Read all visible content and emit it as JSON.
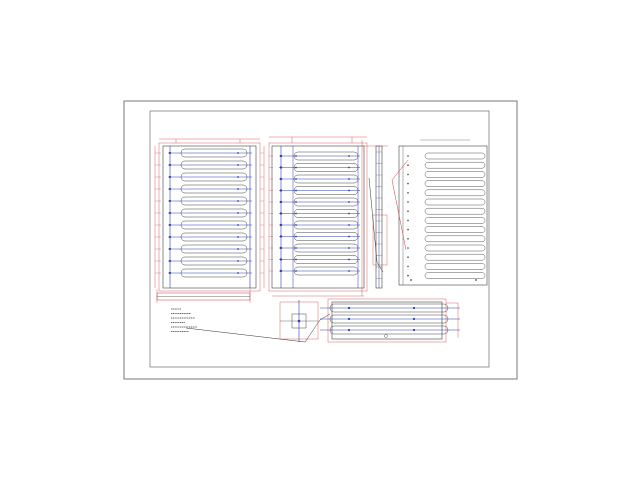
{
  "colors": {
    "background": "#ffffff",
    "frame": "#555555",
    "outline": "#444444",
    "dimension": "#d23a3a",
    "centerline": "#2a3fb5",
    "annotation": "#333333"
  },
  "drawing": {
    "views": [
      {
        "name": "front-view",
        "slot_count": 11
      },
      {
        "name": "plan-view",
        "slot_count": 11
      },
      {
        "name": "side-section",
        "slot_count": 0
      },
      {
        "name": "rear-view",
        "slot_count": 14
      },
      {
        "name": "detail-view",
        "slot_count": 3
      }
    ],
    "leader_notes": [
      "note-line-1",
      "note-line-2",
      "note-line-3",
      "note-line-4",
      "note-line-5",
      "note-line-6"
    ]
  }
}
